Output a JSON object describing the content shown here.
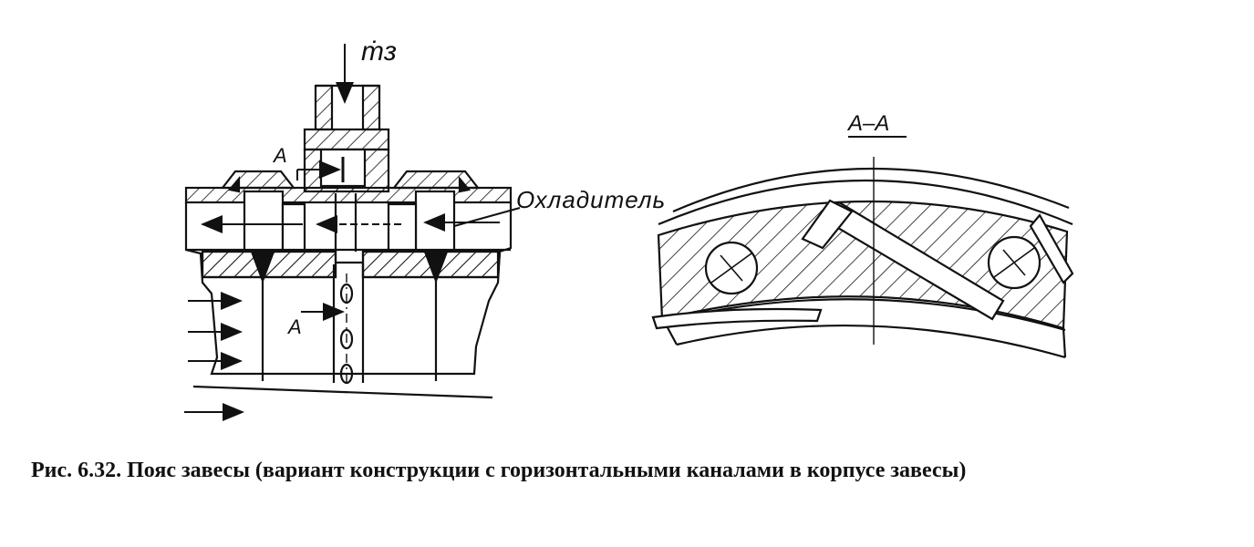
{
  "labels": {
    "mass_flow": "ṁз",
    "section_mark_top": "A",
    "section_mark_mid": "A",
    "coolant": "Охладитель",
    "section_title": "A–A"
  },
  "caption": "Рис. 6.32. Пояс завесы (вариант конструкции с горизонтальными каналами в корпусе завесы)",
  "colors": {
    "ink": "#111111",
    "paper": "#ffffff"
  }
}
